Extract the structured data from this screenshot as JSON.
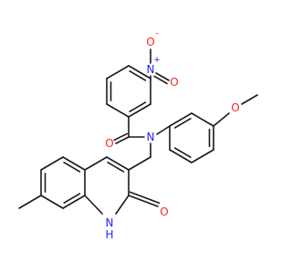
{
  "molecule": {
    "atoms": {
      "nitro_n": {
        "text": "N",
        "color": "#1f1fff"
      },
      "nitro_n_charge": {
        "text": "+",
        "color": "#1f1fff"
      },
      "nitro_o_minus": {
        "text": "O",
        "color": "#ff1f1f"
      },
      "nitro_o_minus_charge": {
        "text": "-",
        "color": "#ff1f1f"
      },
      "nitro_o_double": {
        "text": "O",
        "color": "#ff1f1f"
      },
      "amide_o": {
        "text": "O",
        "color": "#ff1f1f"
      },
      "amide_n": {
        "text": "N",
        "color": "#1f1fff"
      },
      "methoxy_o": {
        "text": "O",
        "color": "#ff1f1f"
      },
      "ring_nh": {
        "text": "N",
        "color": "#1f1fff"
      },
      "ring_h": {
        "text": "H",
        "color": "#1f1fff"
      },
      "carbonyl_o": {
        "text": "O",
        "color": "#ff1f1f"
      }
    },
    "bond_color": "#1a1a1a"
  }
}
